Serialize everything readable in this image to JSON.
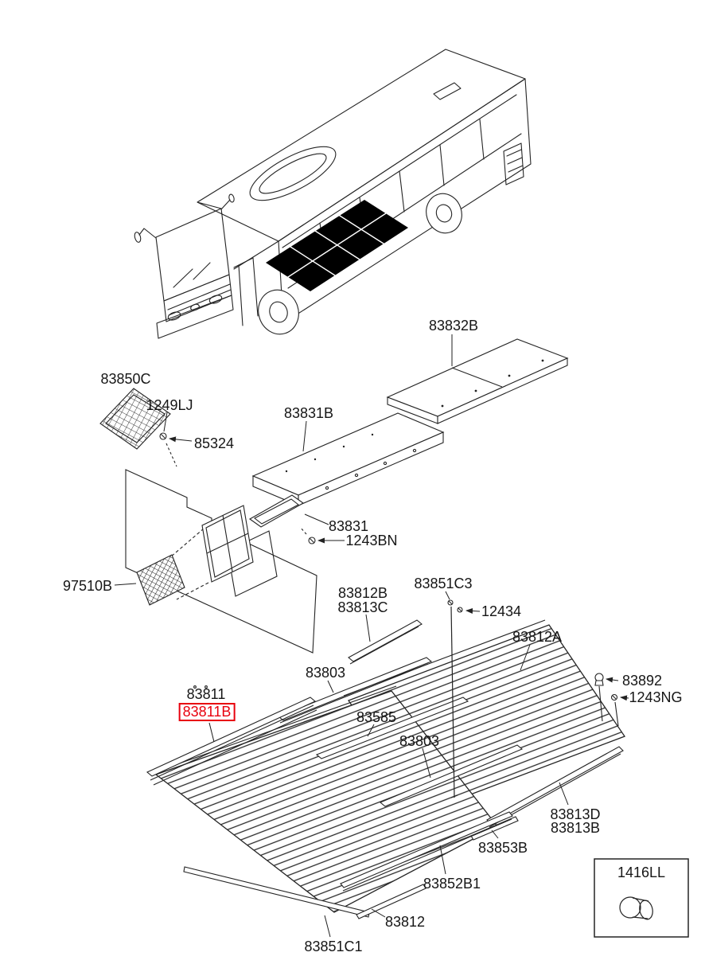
{
  "colors": {
    "line": "#242424",
    "highlight": "#e8000d",
    "background": "#ffffff",
    "floor_fill": "#000000"
  },
  "highlighted_part": "83811B",
  "labels": [
    {
      "text": "83832B"
    },
    {
      "text": "83850C"
    },
    {
      "text": "1249LJ"
    },
    {
      "text": "85324"
    },
    {
      "text": "83831B"
    },
    {
      "text": "83831"
    },
    {
      "text": "1243BN"
    },
    {
      "text": "97510B"
    },
    {
      "text": "83812B"
    },
    {
      "text": "83813C"
    },
    {
      "text": "83851C3"
    },
    {
      "text": "12434"
    },
    {
      "text": "83812A"
    },
    {
      "text": "83803"
    },
    {
      "text": "83811"
    },
    {
      "text": "83811B",
      "highlighted": true
    },
    {
      "text": "83585"
    },
    {
      "text": "83803"
    },
    {
      "text": "83892"
    },
    {
      "text": "1243NG"
    },
    {
      "text": "83813D"
    },
    {
      "text": "83813B"
    },
    {
      "text": "83853B"
    },
    {
      "text": "83852B1"
    },
    {
      "text": "83812"
    },
    {
      "text": "83851C1"
    }
  ],
  "legend": {
    "label": "1416LL",
    "icon": "knob-fastener-icon"
  }
}
